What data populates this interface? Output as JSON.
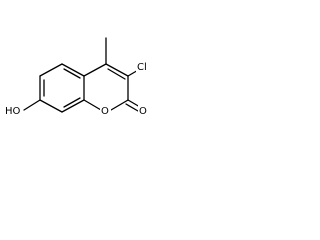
{
  "molecule": {
    "atoms": {
      "chlorine": "Cl",
      "hydroxyl": "HO",
      "ring_oxygen": "O",
      "carbonyl_oxygen": "O"
    },
    "colors": {
      "bond": "#000000",
      "text": "#000000",
      "background": "#ffffff"
    }
  }
}
